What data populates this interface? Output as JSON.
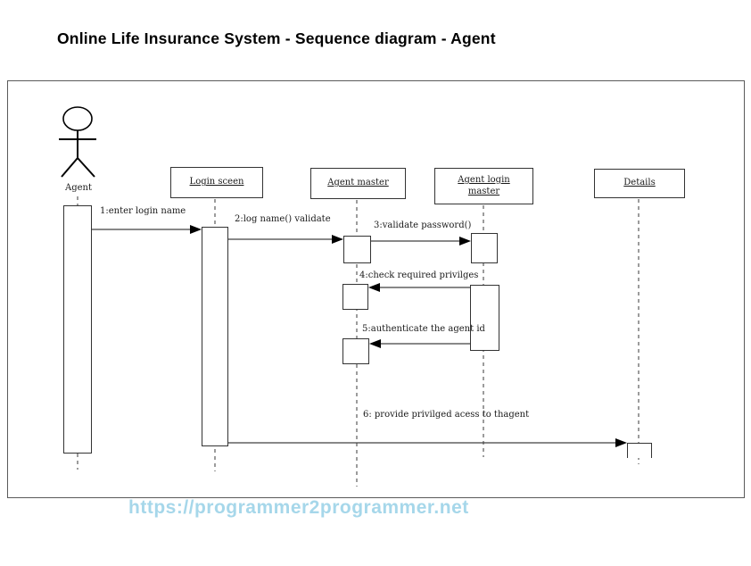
{
  "title": "Online Life Insurance System - Sequence diagram - Agent",
  "diagram": {
    "actor_label": "Agent",
    "lifelines": [
      {
        "label": "Login sceen"
      },
      {
        "label": "Agent master"
      },
      {
        "label": "Agent login master"
      },
      {
        "label": "Details"
      }
    ],
    "messages": [
      {
        "label": "1:enter login name"
      },
      {
        "label": "2:log name() validate"
      },
      {
        "label": "3:validate password()"
      },
      {
        "label": "4:check required privilges"
      },
      {
        "label": "5:authenticate the agent id"
      },
      {
        "label": "6: provide privilged acess to thagent"
      }
    ]
  },
  "watermark": "https://programmer2programmer.net",
  "colors": {
    "watermark_blue": "#a6d7ea",
    "line": "#404040"
  }
}
